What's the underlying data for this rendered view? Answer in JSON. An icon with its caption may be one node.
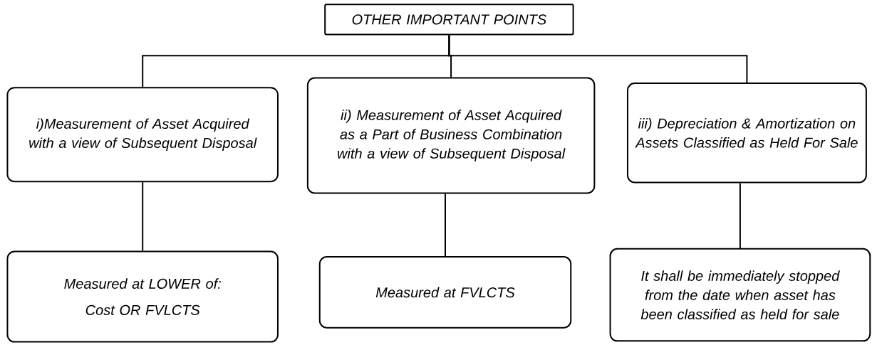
{
  "diagram": {
    "nodes": [
      {
        "text": [
          "OTHER IMPORTANT POINTS"
        ]
      },
      {
        "text": [
          "i)Measurement of Asset Acquired with a view of Subsequent Disposal"
        ]
      },
      {
        "text": [
          "ii) Measurement of Asset Acquired as a Part of Business Combination with a view of Subsequent Disposal"
        ]
      },
      {
        "text": [
          "iii) Depreciation & Amortization on Assets Classified as Held For Sale"
        ]
      },
      {
        "text": [
          "Measured at LOWER of:",
          "Cost OR FVLCTS"
        ]
      },
      {
        "text": [
          "Measured at FVLCTS"
        ]
      },
      {
        "text": [
          "It shall be immediately stopped from the date when asset has been classified as held for sale"
        ]
      }
    ],
    "edges": [
      {
        "from": 0,
        "to": 1,
        "arrow": "none"
      },
      {
        "from": 0,
        "to": 2,
        "arrow": "none"
      },
      {
        "from": 0,
        "to": 3,
        "arrow": "none"
      },
      {
        "from": 1,
        "to": 4,
        "arrow": "none"
      },
      {
        "from": 2,
        "to": 5,
        "arrow": "none"
      },
      {
        "from": 3,
        "to": 6,
        "arrow": "none"
      }
    ]
  }
}
